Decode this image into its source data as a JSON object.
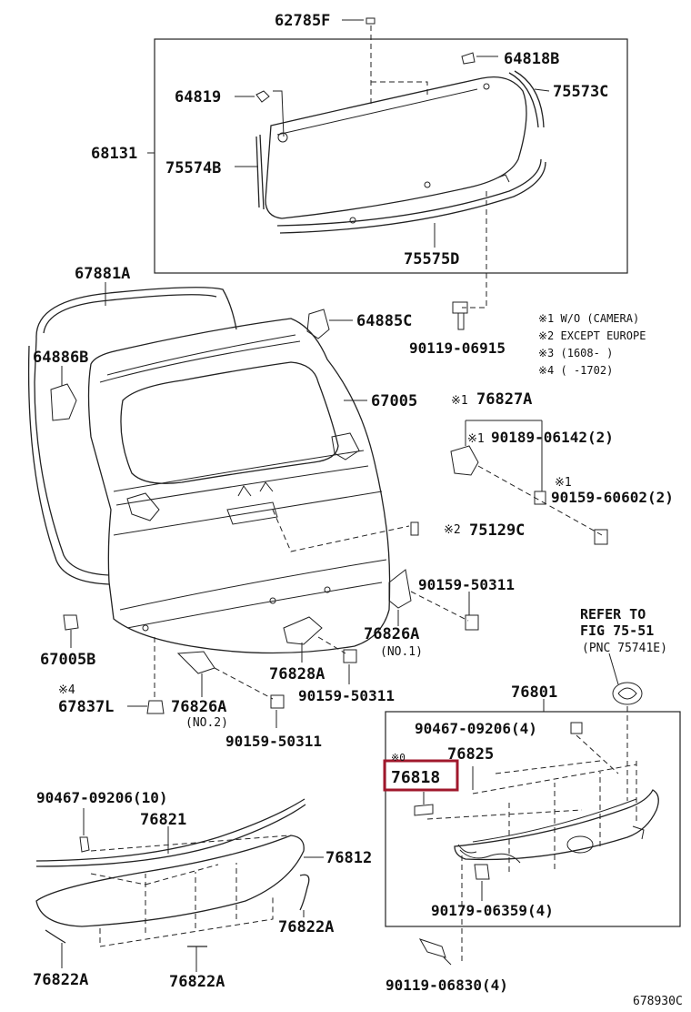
{
  "diagram": {
    "labels": {
      "l_62785F": "62785F",
      "l_64818B": "64818B",
      "l_75573C": "75573C",
      "l_64819": "64819",
      "l_68131": "68131",
      "l_75574B": "75574B",
      "l_75575D": "75575D",
      "l_67881A": "67881A",
      "l_64885C": "64885C",
      "l_90119_06915": "90119-06915",
      "l_64886B": "64886B",
      "l_67005": "67005",
      "l_76827A": "76827A",
      "l_90189_06142": "90189-06142(2)",
      "l_90159_60602": "90159-60602(2)",
      "l_75129C": "75129C",
      "l_90159_50311_a": "90159-50311",
      "l_76826A_1": "76826A",
      "l_no1": "(NO.1)",
      "l_67005B": "67005B",
      "l_76828A": "76828A",
      "l_90159_50311_b": "90159-50311",
      "l_67837L": "67837L",
      "l_76826A_2": "76826A",
      "l_no2": "(NO.2)",
      "l_90159_50311_c": "90159-50311",
      "l_refer1": "REFER TO",
      "l_refer2": "FIG 75-51",
      "l_refer3": "(PNC 75741E)",
      "l_76801": "76801",
      "l_90467_09206_4": "90467-09206(4)",
      "l_76825": "76825",
      "l_76818": "76818",
      "l_90467_09206_10": "90467-09206(10)",
      "l_76821": "76821",
      "l_76812": "76812",
      "l_90179_06359": "90179-06359(4)",
      "l_76822A_a": "76822A",
      "l_76822A_b": "76822A",
      "l_76822A_c": "76822A",
      "l_90119_06830": "90119-06830(4)",
      "l_code": "678930C"
    },
    "marks": {
      "m1": "※1",
      "m2": "※2",
      "m4": "※4",
      "m0": "※0"
    },
    "notes": [
      "※1 W/O (CAMERA)",
      "※2 EXCEPT EUROPE",
      "※3 (1608-      )",
      "※4 (      -1702)"
    ],
    "highlight_color": "#a0182c"
  }
}
